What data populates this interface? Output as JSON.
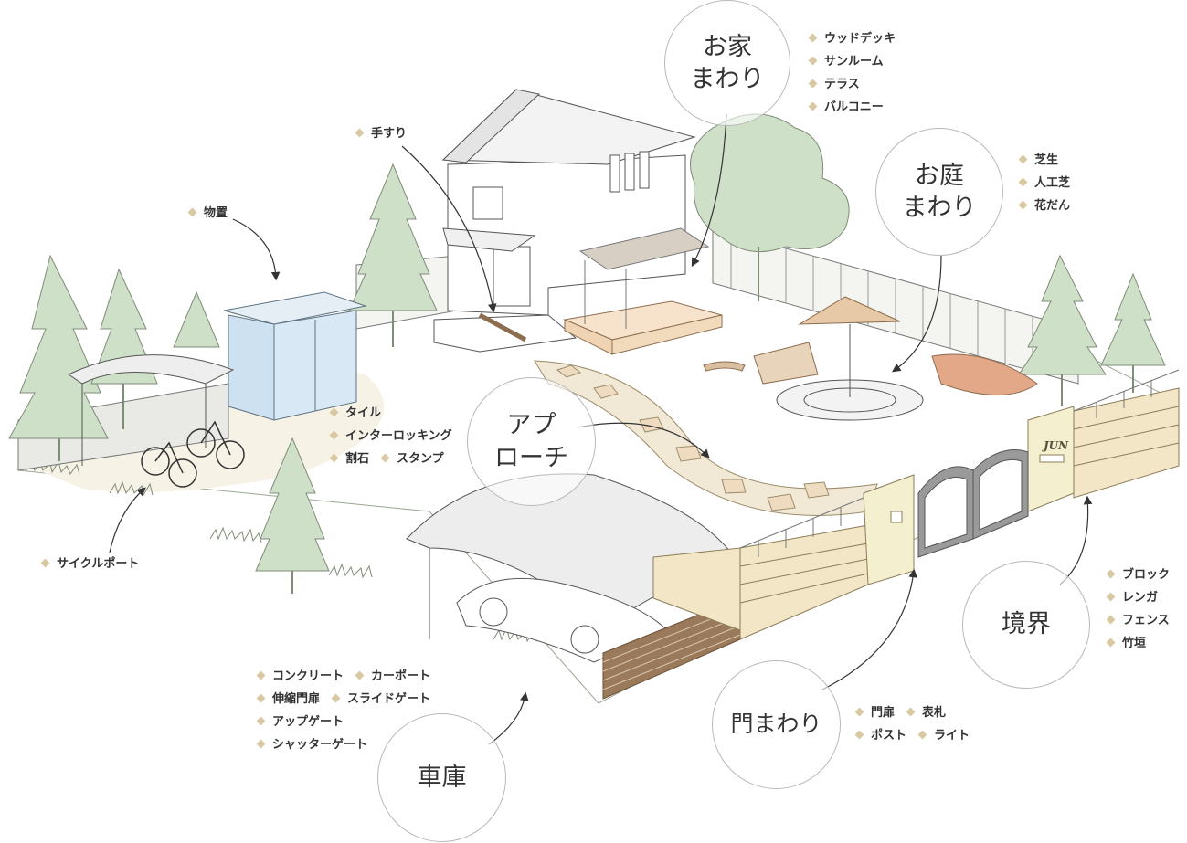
{
  "areas": {
    "house": {
      "label": "お家\nまわり",
      "items": [
        "ウッドデッキ",
        "サンルーム",
        "テラス",
        "バルコニー"
      ]
    },
    "garden": {
      "label": "お庭\nまわり",
      "items": [
        "芝生",
        "人工芝",
        "花だん"
      ]
    },
    "approach": {
      "label": "アプ\nローチ",
      "items": [
        "タイル",
        "インターロッキング",
        "割石",
        "スタンプ"
      ]
    },
    "boundary": {
      "label": "境界",
      "items": [
        "ブロック",
        "レンガ",
        "フェンス",
        "竹垣"
      ]
    },
    "gate": {
      "label": "門まわり",
      "items": [
        "門扉",
        "表札",
        "ポスト",
        "ライト"
      ]
    },
    "garage": {
      "label": "車庫",
      "items": [
        "コンクリート",
        "カーポート",
        "伸縮門扉",
        "スライドゲート",
        "アップゲート",
        "シャッターゲート"
      ]
    },
    "handrail": {
      "items": [
        "手すり"
      ]
    },
    "storage": {
      "items": [
        "物置"
      ]
    },
    "cycleport": {
      "items": [
        "サイクルポート"
      ]
    }
  },
  "nameplate": "JUN",
  "colors": {
    "marker": "#d9c9a3",
    "tree": "#cfe0c8",
    "tree_stroke": "#7f8c78",
    "shed": "#d8e9f5",
    "deck": "#f7e3cc",
    "brick": "#f2e6c6",
    "pillar": "#f4efcf",
    "ground_cycle": "#f7f2e6",
    "line": "#555555"
  }
}
